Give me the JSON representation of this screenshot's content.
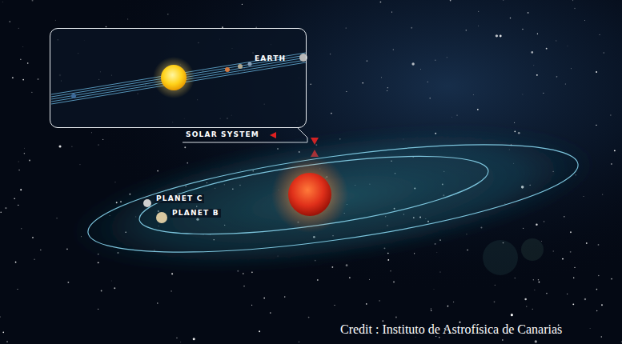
{
  "diagram": {
    "nodes": [
      {
        "text": [
          "EARTH"
        ]
      }
    ],
    "labels": [
      "SOLAR SYSTEM",
      "PLANET C",
      "PLANET B",
      "Credit : Instituto de Astrofísica de Canarias"
    ]
  }
}
